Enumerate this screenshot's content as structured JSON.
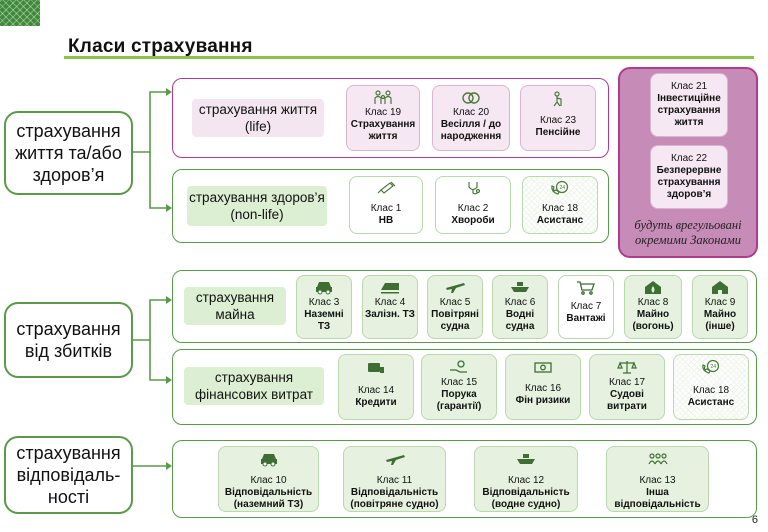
{
  "title": "Класи страхування",
  "page_number": "6",
  "colors": {
    "green": "#5a9a4a",
    "light_green": "#dcefd2",
    "magenta": "#b03a8e",
    "pink": "#f3e6f0",
    "accent_line": "#8bc34a"
  },
  "life": {
    "label": "страхування життя та/або здоров’я",
    "groups": [
      {
        "label": "страхування життя (life)",
        "classes": [
          {
            "num": "Клас 19",
            "name": "Страхування життя",
            "icon": "family-icon"
          },
          {
            "num": "Клас 20",
            "name": "Весілля / до народження",
            "icon": "rings-icon"
          },
          {
            "num": "Клас 23",
            "name": "Пенсійне",
            "icon": "elderly-icon"
          }
        ]
      },
      {
        "label": "страхування здоров’я (non-life)",
        "classes": [
          {
            "num": "Клас 1",
            "name": "НВ",
            "icon": "syringe-icon"
          },
          {
            "num": "Клас 2",
            "name": "Хвороби",
            "icon": "stethoscope-icon"
          },
          {
            "num": "Клас 18",
            "name": "Асистанс",
            "icon": "phone-24-icon"
          }
        ]
      }
    ]
  },
  "special": {
    "classes": [
      {
        "num": "Клас 21",
        "name": "Інвестиційне страхування життя"
      },
      {
        "num": "Клас 22",
        "name": "Безперервне страхування здоров’я"
      }
    ],
    "note": "будуть врегульовані окремими Законами"
  },
  "damage": {
    "label": "страхування від збитків",
    "groups": [
      {
        "label": "страхування майна",
        "classes": [
          {
            "num": "Клас 3",
            "name": "Наземні ТЗ",
            "icon": "car-icon"
          },
          {
            "num": "Клас 4",
            "name": "Залізн. ТЗ",
            "icon": "train-icon"
          },
          {
            "num": "Клас 5",
            "name": "Повітряні судна",
            "icon": "plane-icon"
          },
          {
            "num": "Клас 6",
            "name": "Водні судна",
            "icon": "ship-icon"
          },
          {
            "num": "Клас 7",
            "name": "Вантажі",
            "icon": "cart-icon"
          },
          {
            "num": "Клас 8",
            "name": "Майно (вогонь)",
            "icon": "house-fire-icon"
          },
          {
            "num": "Клас 9",
            "name": "Майно (інше)",
            "icon": "house-icon"
          }
        ]
      },
      {
        "label": "страхування фінансових витрат",
        "classes": [
          {
            "num": "Клас 14",
            "name": "Кредити",
            "icon": "money-icon"
          },
          {
            "num": "Клас 15",
            "name": "Порука (гарантії)",
            "icon": "hand-coin-icon"
          },
          {
            "num": "Клас 16",
            "name": "Фін ризики",
            "icon": "banknote-icon"
          },
          {
            "num": "Клас 17",
            "name": "Судові витрати",
            "icon": "scales-icon"
          },
          {
            "num": "Клас 18",
            "name": "Асистанс",
            "icon": "phone-24-icon"
          }
        ]
      }
    ]
  },
  "liability": {
    "label": "страхування відповідаль-ності",
    "classes": [
      {
        "num": "Клас 10",
        "name": "Відповідальність (наземний ТЗ)",
        "icon": "car-icon"
      },
      {
        "num": "Клас 11",
        "name": "Відповідальність (повітряне судно)",
        "icon": "plane-icon"
      },
      {
        "num": "Клас 12",
        "name": "Відповідальність (водне судно)",
        "icon": "ship-icon"
      },
      {
        "num": "Клас 13",
        "name": "Інша відповідальність",
        "icon": "people-icon"
      }
    ]
  }
}
